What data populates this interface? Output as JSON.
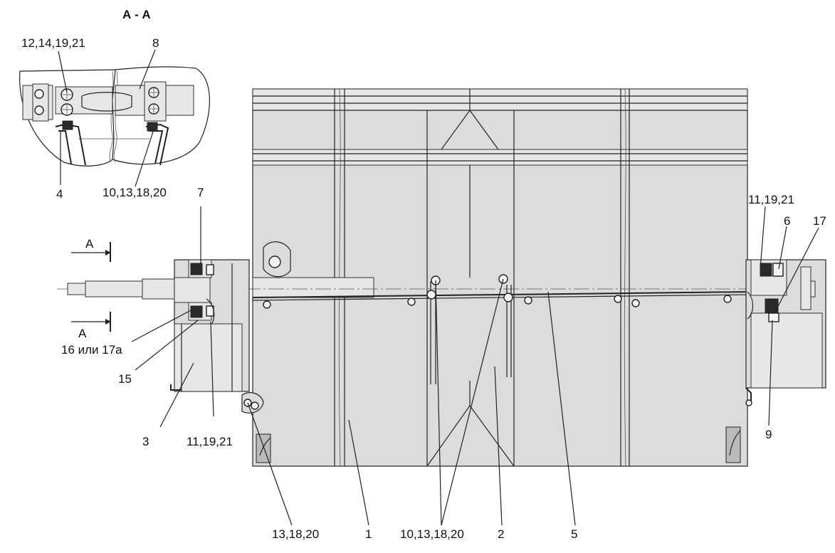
{
  "section_title": "А - А",
  "callouts": {
    "c_12_14_19_21": "12,14,19,21",
    "c_8": "8",
    "c_4": "4",
    "c_10_13_18_20_top": "10,13,18,20",
    "c_7": "7",
    "c_A_top": "А",
    "c_A_bottom": "А",
    "c_16_17a": "16 или 17а",
    "c_15": "15",
    "c_3": "3",
    "c_11_19_21_left": "11,19,21",
    "c_13_18_20": "13,18,20",
    "c_1": "1",
    "c_10_13_18_20_bottom": "10,13,18,20",
    "c_2": "2",
    "c_5": "5",
    "c_11_19_21_right": "11,19,21",
    "c_6": "6",
    "c_17": "17",
    "c_9": "9"
  }
}
